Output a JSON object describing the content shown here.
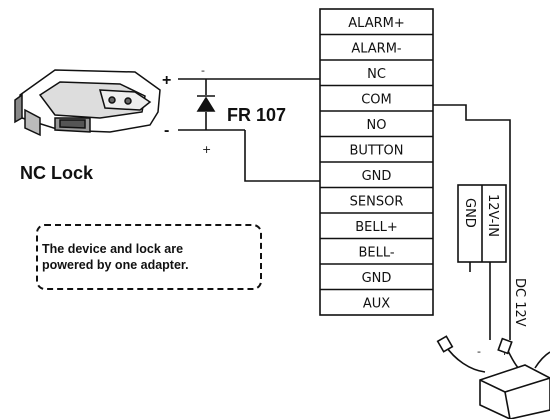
{
  "terminals": [
    "ALARM+",
    "ALARM-",
    "NC",
    "COM",
    "NO",
    "BUTTON",
    "GND",
    "SENSOR",
    "BELL+",
    "BELL-",
    "GND",
    "AUX"
  ],
  "diode_label": "FR 107",
  "lock_label": "NC Lock",
  "lock_plus": "+",
  "lock_minus": "-",
  "diode_top_sign": "-",
  "diode_bottom_sign": "+",
  "adapter": {
    "gnd_label": "GND",
    "vin_label": "12V-IN",
    "dc_label": "DC 12V",
    "minus_sign": "-",
    "plus_sign": "+"
  },
  "note": {
    "line1": "The device and lock are",
    "line2": "powered by one adapter."
  }
}
